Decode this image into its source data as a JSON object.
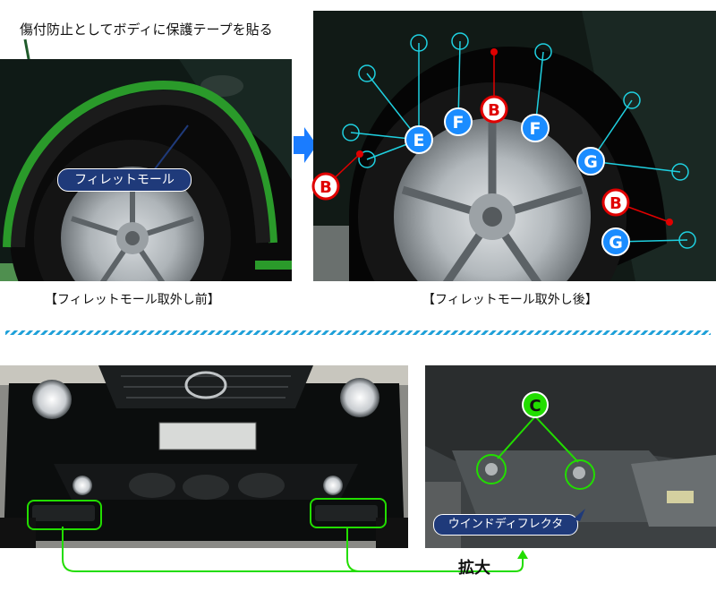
{
  "top": {
    "note": "傷付防止としてボディに保護テープを貼る",
    "left_photo": {
      "callout": "フィレットモール",
      "caption": "【フィレットモール取外し前】"
    },
    "right_photo": {
      "caption": "【フィレットモール取外し後】",
      "labels": [
        "B",
        "B",
        "B",
        "E",
        "F",
        "F",
        "G",
        "G"
      ]
    }
  },
  "bottom": {
    "left_photo": {},
    "right_photo": {
      "label": "C",
      "callout": "ウインドディフレクタ"
    },
    "arrow_label": "拡大"
  },
  "colors": {
    "accent_blue": "#1a8cff",
    "label_red": "#e00000",
    "label_green": "#22dd00",
    "callout_navy": "#1f3a7a",
    "separator": "#1ea0d8",
    "tape_green": "#2a9a2a",
    "cyan_line": "#1fd0e0"
  }
}
